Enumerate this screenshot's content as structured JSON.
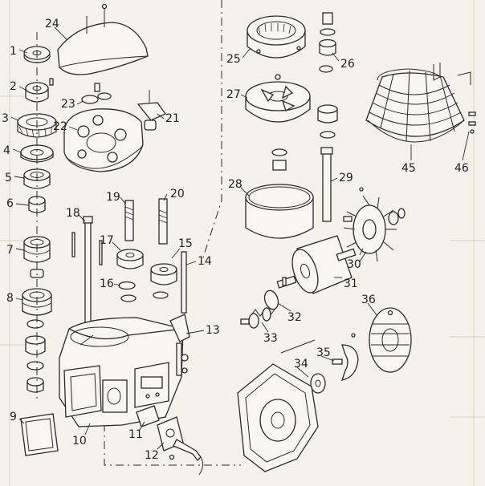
{
  "labels": [
    {
      "id": "1",
      "text": "1"
    },
    {
      "id": "2",
      "text": "2"
    },
    {
      "id": "3",
      "text": "3"
    },
    {
      "id": "4",
      "text": "4"
    },
    {
      "id": "5",
      "text": "5"
    },
    {
      "id": "6",
      "text": "6"
    },
    {
      "id": "7",
      "text": "7"
    },
    {
      "id": "8",
      "text": "8"
    },
    {
      "id": "9",
      "text": "9"
    },
    {
      "id": "10",
      "text": "10"
    },
    {
      "id": "11",
      "text": "11"
    },
    {
      "id": "12",
      "text": "12"
    },
    {
      "id": "13",
      "text": "13"
    },
    {
      "id": "14",
      "text": "14"
    },
    {
      "id": "15",
      "text": "15"
    },
    {
      "id": "16",
      "text": "16"
    },
    {
      "id": "17",
      "text": "17"
    },
    {
      "id": "18",
      "text": "18"
    },
    {
      "id": "19",
      "text": "19"
    },
    {
      "id": "20",
      "text": "20"
    },
    {
      "id": "21",
      "text": "21"
    },
    {
      "id": "22",
      "text": "22"
    },
    {
      "id": "23",
      "text": "23"
    },
    {
      "id": "24",
      "text": "24"
    },
    {
      "id": "25",
      "text": "25"
    },
    {
      "id": "26",
      "text": "26"
    },
    {
      "id": "27",
      "text": "27"
    },
    {
      "id": "28",
      "text": "28"
    },
    {
      "id": "29",
      "text": "29"
    },
    {
      "id": "30",
      "text": "30"
    },
    {
      "id": "31",
      "text": "31"
    },
    {
      "id": "32",
      "text": "32"
    },
    {
      "id": "33",
      "text": "33"
    },
    {
      "id": "34",
      "text": "34"
    },
    {
      "id": "35",
      "text": "35"
    },
    {
      "id": "36",
      "text": "36"
    },
    {
      "id": "45",
      "text": "45"
    },
    {
      "id": "46",
      "text": "46"
    }
  ]
}
